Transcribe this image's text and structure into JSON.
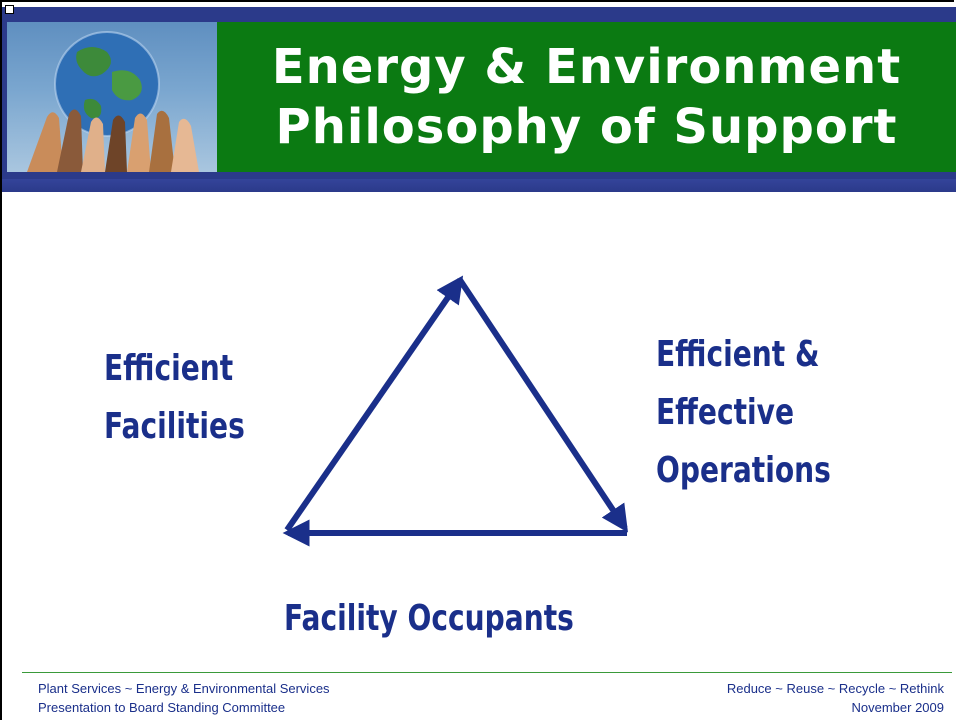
{
  "title": {
    "line1": "Energy & Environment",
    "line2": "Philosophy of Support"
  },
  "diagram": {
    "top_right_label": [
      "Efficient &",
      "Effective",
      "Operations"
    ],
    "left_label": [
      "Efficient",
      "Facilities"
    ],
    "bottom_label": "Facility Occupants",
    "arrow_color": "#1a2f8a"
  },
  "footer": {
    "left_line1": "Plant Services ~ Energy & Environmental Services",
    "left_line2": "Presentation to Board Standing Committee",
    "right_line1": "Reduce ~ Reuse ~ Recycle ~ Rethink",
    "right_line2": "November 2009"
  },
  "colors": {
    "header_blue": "#2b3a8a",
    "title_green": "#0b7a12",
    "text_blue": "#1a2f8a",
    "footer_rule_green": "#3a9a3a"
  },
  "image": {
    "description_icon": "globe-held-by-hands-photo"
  }
}
